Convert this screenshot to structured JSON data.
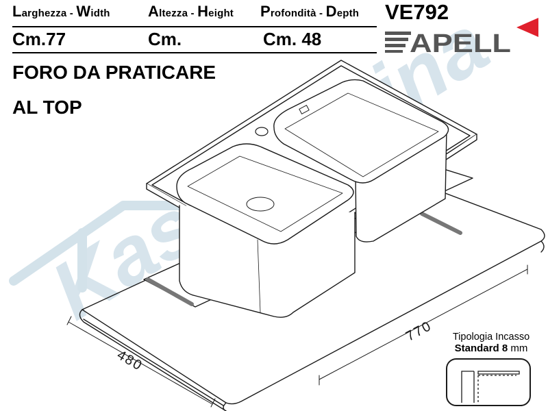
{
  "header": {
    "width": {
      "label_a_cap": "L",
      "label_a_rest": "arghezza - ",
      "label_b_cap": "W",
      "label_b_rest": "idth",
      "value": "Cm.77"
    },
    "height": {
      "label_a_cap": "A",
      "label_a_rest": "ltezza - ",
      "label_b_cap": "H",
      "label_b_rest": "eight",
      "value": "Cm."
    },
    "depth": {
      "label_a_cap": "P",
      "label_a_rest": "rofondità - ",
      "label_b_cap": "D",
      "label_b_rest": "epth",
      "value": "Cm. 48"
    },
    "model_code": "VE792",
    "brand": "APELL"
  },
  "title": {
    "line1": "FORO DA PRATICARE",
    "line2": "AL TOP"
  },
  "dimensions": {
    "length": "770",
    "depth": "480"
  },
  "installation": {
    "label": "Tipologia Incasso",
    "standard_label": "Standard",
    "standard_value": "8",
    "unit": "mm"
  },
  "watermark": {
    "text": "Kasa Cucina"
  },
  "colors": {
    "accent_arrow": "#e0202c",
    "watermark": "#d3e2ea",
    "line": "#1a1a1a",
    "logo_gray": "#555555"
  }
}
